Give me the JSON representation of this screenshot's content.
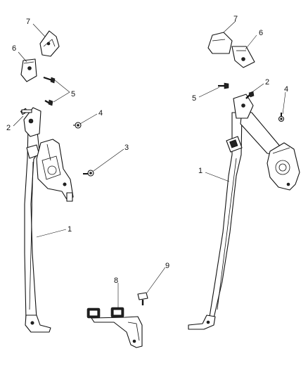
{
  "callouts": [
    {
      "id": "c7a",
      "text": "7"
    },
    {
      "id": "c6a",
      "text": "6"
    },
    {
      "id": "c5a",
      "text": "5"
    },
    {
      "id": "c2a",
      "text": "2"
    },
    {
      "id": "c4a",
      "text": "4"
    },
    {
      "id": "c3a",
      "text": "3"
    },
    {
      "id": "c1a",
      "text": "1"
    },
    {
      "id": "c9",
      "text": "9"
    },
    {
      "id": "c8",
      "text": "8"
    },
    {
      "id": "c7b",
      "text": "7"
    },
    {
      "id": "c6b",
      "text": "6"
    },
    {
      "id": "c2b",
      "text": "2"
    },
    {
      "id": "c4b",
      "text": "4"
    },
    {
      "id": "c5b",
      "text": "5"
    },
    {
      "id": "c1b",
      "text": "1"
    }
  ]
}
